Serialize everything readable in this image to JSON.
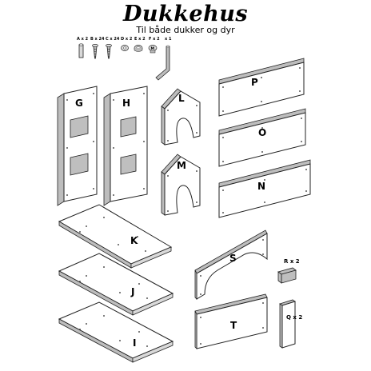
{
  "header": {
    "title": "Dukkehus",
    "subtitle": "Til både dukker og dyr"
  },
  "hardware": [
    {
      "label": "A x 2"
    },
    {
      "label": "B x 24"
    },
    {
      "label": "C x 24"
    },
    {
      "label": "D x 2"
    },
    {
      "label": "E x 2"
    },
    {
      "label": "F x 2"
    },
    {
      "label": "x 1"
    }
  ],
  "parts": {
    "G": "G",
    "H": "H",
    "L": "L",
    "M": "M",
    "P": "P",
    "O": "O",
    "N": "N",
    "K": "K",
    "J": "J",
    "I": "I",
    "S": "S",
    "T": "T",
    "R": "R x 2",
    "Q": "Q x 2",
    "M_stamp": "M"
  }
}
